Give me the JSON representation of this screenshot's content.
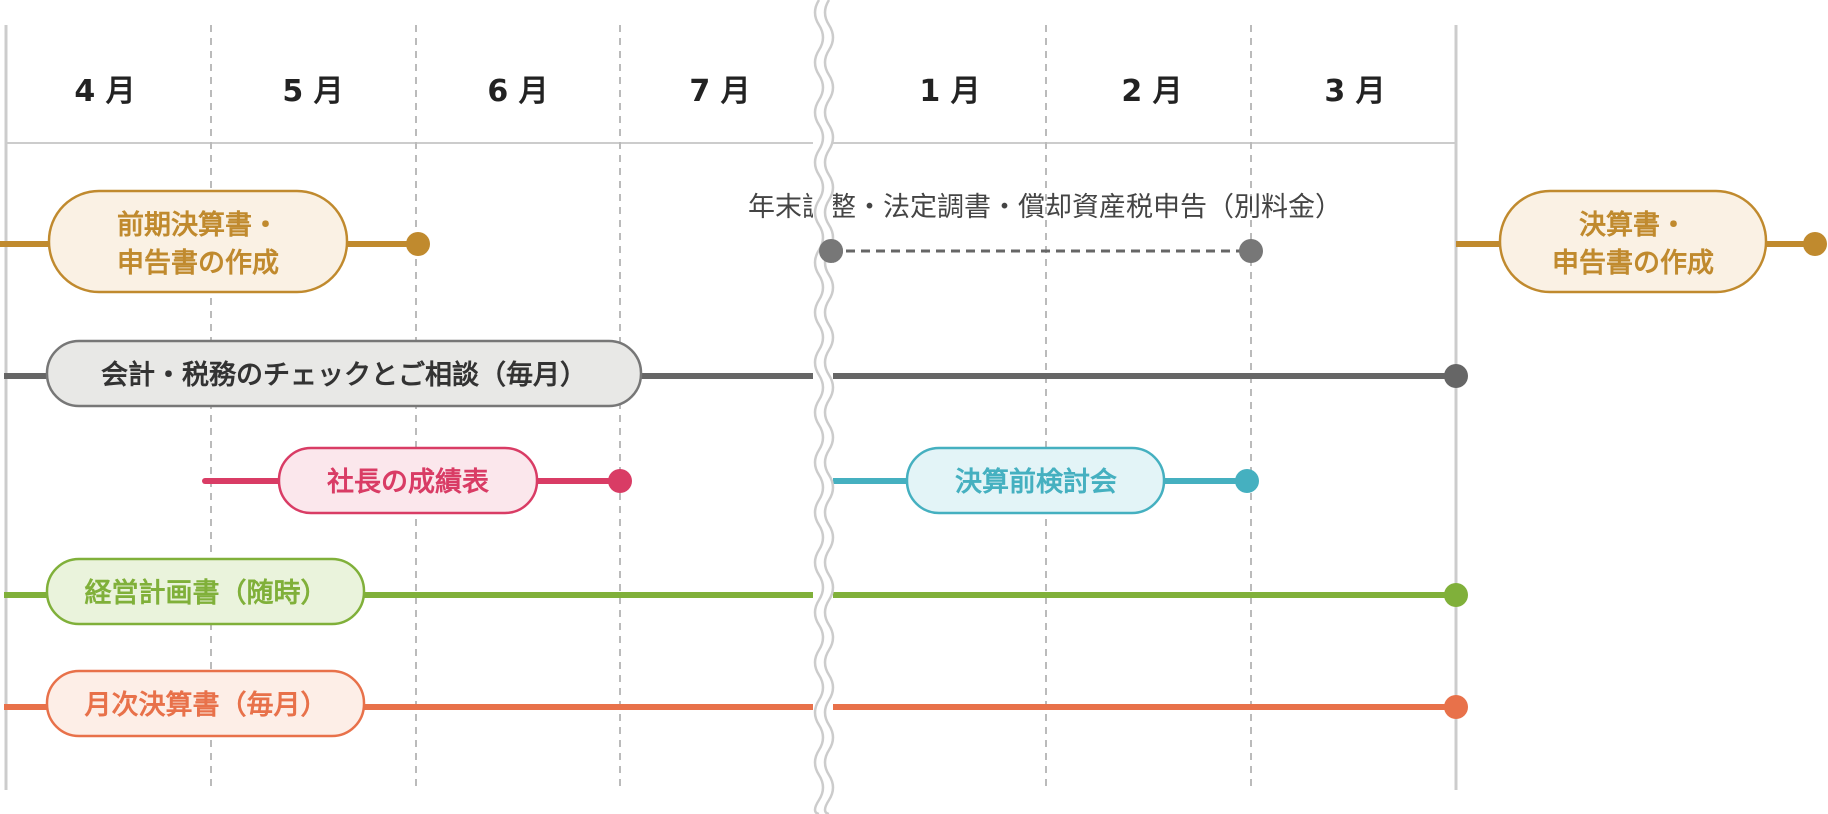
{
  "months": [
    "4 月",
    "5 月",
    "6 月",
    "7 月",
    "1 月",
    "2 月",
    "3 月"
  ],
  "colors": {
    "gold": "#c08a2e",
    "gray": "#666666",
    "red": "#d93c65",
    "teal": "#45b0c0",
    "green": "#80b03a",
    "orange": "#e8714a",
    "divider": "#cccccc",
    "dashed_divider": "#bbbbbb"
  },
  "tasks": [
    {
      "id": "prev-settlement",
      "lines": [
        "前期決算書・",
        "申告書の作成"
      ],
      "color": "gold",
      "fill": "#faf1e4"
    },
    {
      "id": "settlement",
      "lines": [
        "決算書・",
        "申告書の作成"
      ],
      "color": "gold",
      "fill": "#faf1e4"
    },
    {
      "id": "year-end",
      "note": "年末調整・法定調書・償却資産税申告（別料金）",
      "color": "gray"
    },
    {
      "id": "monthly-check",
      "lines": [
        "会計・税務のチェックとご相談（毎月）"
      ],
      "color": "gray",
      "fill": "#e8e8e6"
    },
    {
      "id": "president-report",
      "lines": [
        "社長の成績表"
      ],
      "color": "red",
      "fill": "#fbe7ec"
    },
    {
      "id": "pre-settlement",
      "lines": [
        "決算前検討会"
      ],
      "color": "teal",
      "fill": "#e3f4f7"
    },
    {
      "id": "business-plan",
      "lines": [
        "経営計画書（随時）"
      ],
      "color": "green",
      "fill": "#eaf3dc"
    },
    {
      "id": "monthly-closing",
      "lines": [
        "月次決算書（毎月）"
      ],
      "color": "orange",
      "fill": "#fdeee7"
    }
  ]
}
